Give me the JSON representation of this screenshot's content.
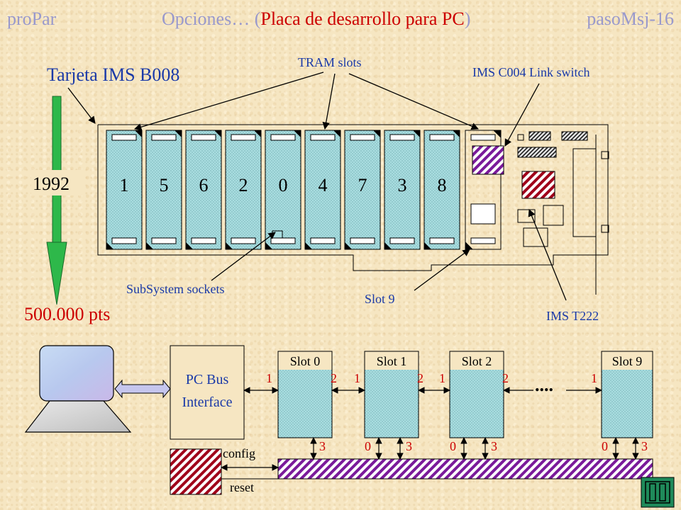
{
  "header": {
    "left": "proPar",
    "center_prefix": "Opciones… (",
    "center_highlight": "Placa de desarrollo para PC",
    "center_suffix": ")",
    "right": "pasoMsj-16"
  },
  "board": {
    "title": "Tarjeta IMS B008",
    "year": "1992",
    "price": "500.000 pts",
    "tram_slots_label": "TRAM slots",
    "link_switch_label": "IMS C004 Link switch",
    "subsystem_label": "SubSystem sockets",
    "slot9_label": "Slot 9",
    "t222_label": "IMS T222",
    "slot_numbers": [
      "1",
      "5",
      "6",
      "2",
      "0",
      "4",
      "7",
      "3",
      "8"
    ]
  },
  "bottom": {
    "pc_bus_line1": "PC Bus",
    "pc_bus_line2": "Interface",
    "config_label": "config",
    "reset_label": "reset",
    "ellipsis": "....",
    "slots": [
      {
        "title": "Slot 0",
        "left_link": "1",
        "right_link": "2",
        "bottom_left": "",
        "bottom_right": "3"
      },
      {
        "title": "Slot 1",
        "left_link": "1",
        "right_link": "2",
        "bottom_left": "0",
        "bottom_right": "3"
      },
      {
        "title": "Slot 2",
        "left_link": "1",
        "right_link": "2",
        "bottom_left": "0",
        "bottom_right": "3"
      },
      {
        "title": "Slot 9",
        "left_link": "1",
        "right_link": "",
        "bottom_left": "0",
        "bottom_right": "3"
      }
    ]
  },
  "colors": {
    "header_text": "#9999cc",
    "header_highlight": "#cc0000",
    "label_blue": "#1a3aa8",
    "slot_fill": "#a9dde0",
    "hatch_red": "#a0001a",
    "hatch_purple": "#7a1a9a",
    "link_number_red": "#cc0000",
    "nav_green": "#1f8a5a",
    "year_arrow_green": "#2eb84a"
  },
  "icons": {
    "nav_button": "nav-double-bar-icon",
    "computer": "computer-icon"
  }
}
